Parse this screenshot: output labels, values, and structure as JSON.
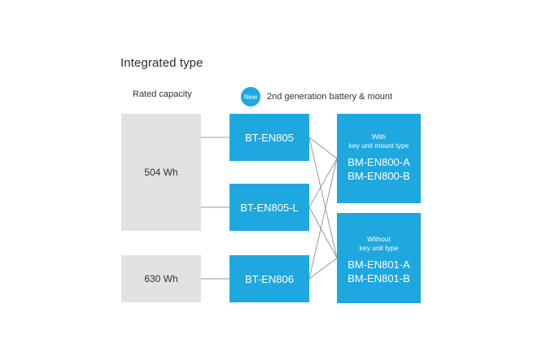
{
  "title": "Integrated type",
  "rated_capacity_label": "Rated capacity",
  "badge": {
    "label": "New",
    "text": "2nd generation battery & mount"
  },
  "capacities": [
    {
      "id": "cap-504",
      "label": "504 Wh"
    },
    {
      "id": "cap-630",
      "label": "630 Wh"
    }
  ],
  "batteries": [
    {
      "id": "BT-EN805",
      "label": "BT-EN805"
    },
    {
      "id": "BT-EN805-L",
      "label": "BT-EN805-L"
    },
    {
      "id": "BT-EN806",
      "label": "BT-EN806"
    }
  ],
  "mounts": [
    {
      "id": "BM-EN800",
      "type_line1": "With",
      "type_line2": "key unit mount type",
      "models": [
        "BM-EN800-A",
        "BM-EN800-B"
      ]
    },
    {
      "id": "BM-EN801",
      "type_line1": "Without",
      "type_line2": "key unit type",
      "models": [
        "BM-EN801-A",
        "BM-EN801-B"
      ]
    }
  ],
  "connections": [
    {
      "from": "cap-504",
      "to": "BT-EN805"
    },
    {
      "from": "cap-504",
      "to": "BT-EN805-L"
    },
    {
      "from": "cap-630",
      "to": "BT-EN806"
    },
    {
      "from": "BT-EN805",
      "to": "BM-EN800"
    },
    {
      "from": "BT-EN805",
      "to": "BM-EN801"
    },
    {
      "from": "BT-EN805-L",
      "to": "BM-EN800"
    },
    {
      "from": "BT-EN805-L",
      "to": "BM-EN801"
    },
    {
      "from": "BT-EN806",
      "to": "BM-EN800"
    },
    {
      "from": "BT-EN806",
      "to": "BM-EN801"
    }
  ],
  "colors": {
    "accent_blue": "#1fa7e0",
    "box_gray": "#e2e2e2",
    "line_gray": "#999999",
    "text_dark": "#333333",
    "text_white": "#ffffff"
  }
}
